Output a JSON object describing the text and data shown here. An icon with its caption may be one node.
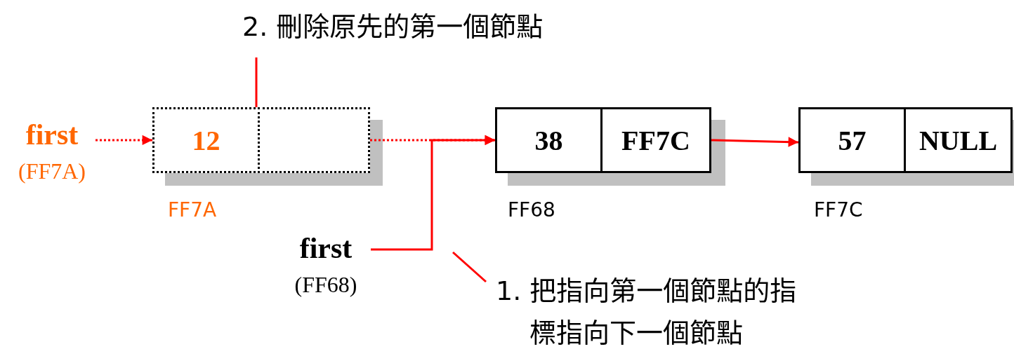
{
  "diagram": {
    "nodes": [
      {
        "text": [
          "first",
          "(FF7A)"
        ]
      },
      {
        "text": [
          "12"
        ],
        "beside": [
          "FF7A"
        ]
      },
      {
        "text": [],
        "shape": "box"
      },
      {
        "text": [
          "38"
        ],
        "beside": [
          "FF68"
        ]
      },
      {
        "text": [
          "FF7C"
        ]
      },
      {
        "text": [
          "57"
        ],
        "beside": [
          "FF7C"
        ]
      },
      {
        "text": [
          "NULL"
        ]
      },
      {
        "text": [
          "first",
          "(FF68)"
        ]
      },
      {
        "text": [
          "2. 刪除原先的第一個節點"
        ]
      },
      {
        "text": [
          "1. 把指向第一個節點的指標指向下一個節點"
        ]
      }
    ],
    "edges": [
      {
        "from": 0,
        "to": 1,
        "arrow": "to",
        "style": "dashed"
      },
      {
        "from": 2,
        "to": 3,
        "arrow": "to",
        "style": "dashed"
      },
      {
        "from": 7,
        "to": 3,
        "arrow": "to"
      },
      {
        "from": 4,
        "to": 5,
        "arrow": "to"
      },
      {
        "from": 8,
        "to": 1,
        "arrow": "none"
      },
      {
        "from": 9,
        "to": null,
        "arrow": "none"
      }
    ]
  }
}
